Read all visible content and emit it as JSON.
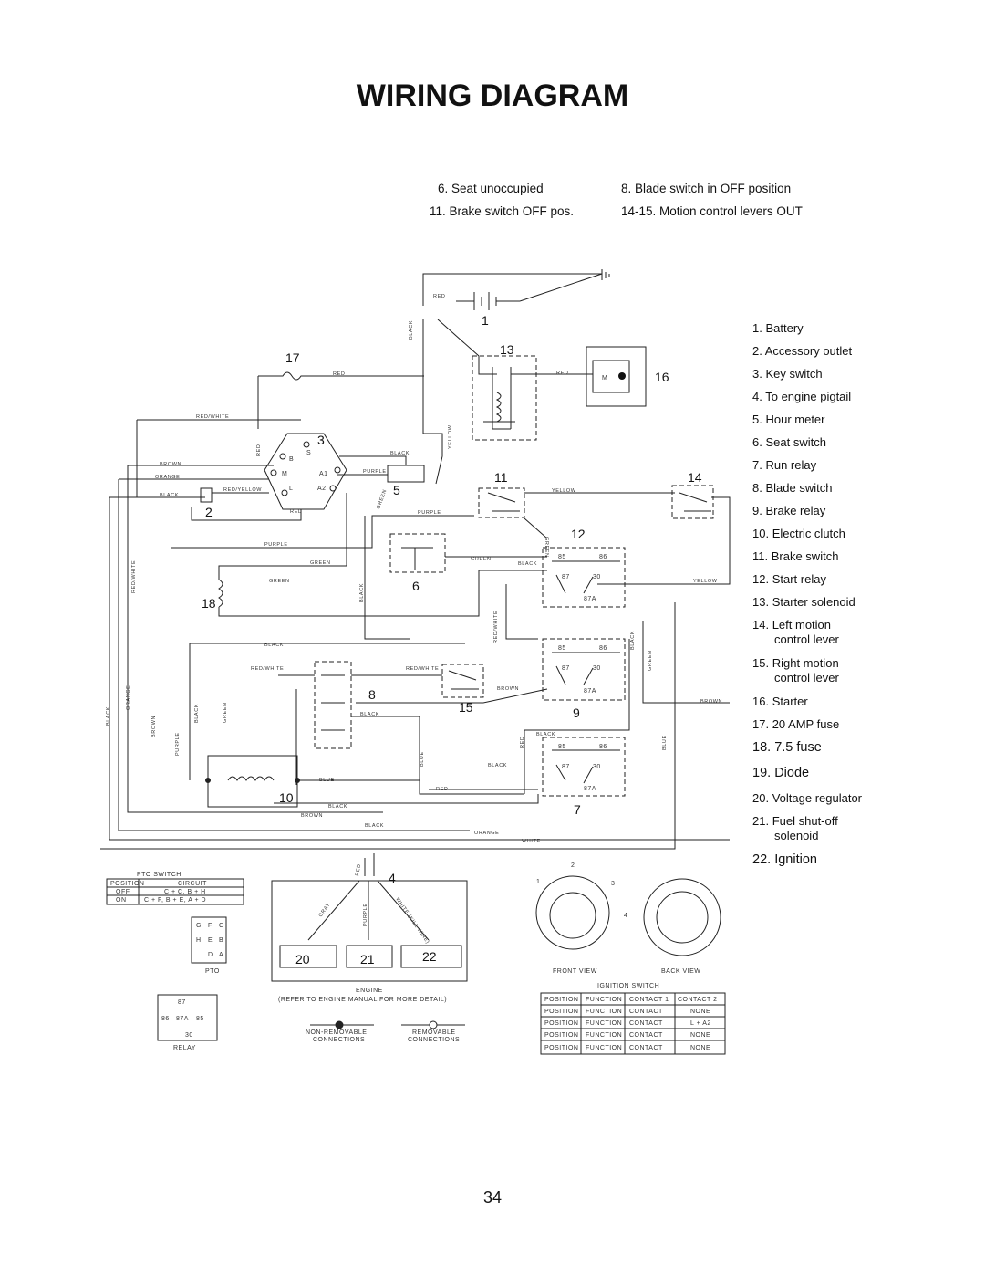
{
  "title": "WIRING DIAGRAM",
  "page_number": "34",
  "conditions": [
    "6. Seat unoccupied",
    "8. Blade switch in OFF position",
    "11. Brake switch OFF pos.",
    "14-15. Motion control levers OUT"
  ],
  "legend": [
    {
      "num": "1.",
      "text": "Battery"
    },
    {
      "num": "2.",
      "text": "Accessory outlet"
    },
    {
      "num": "3.",
      "text": "Key switch"
    },
    {
      "num": "4.",
      "text": "To engine pigtail"
    },
    {
      "num": "5.",
      "text": "Hour meter"
    },
    {
      "num": "6.",
      "text": "Seat switch"
    },
    {
      "num": "7.",
      "text": "Run relay"
    },
    {
      "num": "8.",
      "text": "Blade switch"
    },
    {
      "num": "9.",
      "text": "Brake relay"
    },
    {
      "num": "10.",
      "text": "Electric clutch"
    },
    {
      "num": "11.",
      "text": "Brake switch"
    },
    {
      "num": "12.",
      "text": "Start relay"
    },
    {
      "num": "13.",
      "text": "Starter solenoid"
    },
    {
      "num": "14.",
      "text": "Left motion",
      "text2": "control lever"
    },
    {
      "num": "15.",
      "text": "Right motion",
      "text2": "control lever"
    },
    {
      "num": "16.",
      "text": "Starter"
    },
    {
      "num": "17.",
      "text": "20 AMP fuse"
    },
    {
      "num": "18.",
      "text": "7.5 fuse"
    },
    {
      "num": "19.",
      "text": "Diode"
    },
    {
      "num": "20.",
      "text": "Voltage regulator"
    },
    {
      "num": "21.",
      "text": "Fuel shut-off",
      "text2": "solenoid"
    },
    {
      "num": "22.",
      "text": "Ignition"
    }
  ],
  "callouts": {
    "c1": "1",
    "c2": "2",
    "c3": "3",
    "c4": "4",
    "c5": "5",
    "c6": "6",
    "c7": "7",
    "c8": "8",
    "c9": "9",
    "c10": "10",
    "c11": "11",
    "c12": "12",
    "c13": "13",
    "c14": "14",
    "c15": "15",
    "c16": "16",
    "c17": "17",
    "c18": "18",
    "c20": "20",
    "c21": "21",
    "c22": "22"
  },
  "wire_labels": {
    "red": "RED",
    "black": "BLACK",
    "yellow": "YELLOW",
    "red_white": "RED/WHITE",
    "brown": "BROWN",
    "orange": "ORANGE",
    "red_yellow": "RED/YELLOW",
    "purple": "PURPLE",
    "green": "GREEN",
    "blue": "BLUE",
    "white": "WHITE",
    "gray": "GRAY",
    "white_kill": "WHITE (KILL WIRE)"
  },
  "relay_pins": {
    "p85": "85",
    "p86": "86",
    "p87": "87",
    "p30": "30",
    "p87a": "87A"
  },
  "key_terminals": {
    "s": "S",
    "b": "B",
    "m": "M",
    "l": "L",
    "a1": "A1",
    "a2": "A2"
  },
  "pto_switch": {
    "title": "PTO SWITCH",
    "headers": [
      "POSITION",
      "CIRCUIT"
    ],
    "rows": [
      [
        "OFF",
        "C + C, B + H"
      ],
      [
        "ON",
        "C + F, B + E, A + D"
      ]
    ],
    "label": "PTO",
    "pins": [
      "G",
      "F",
      "C",
      "H",
      "E",
      "B",
      "D",
      "A"
    ]
  },
  "relay_detail": {
    "label": "RELAY",
    "pins": [
      "87",
      "86",
      "87A",
      "85",
      "30"
    ]
  },
  "engine": {
    "label": "ENGINE",
    "note": "(REFER TO ENGINE MANUAL FOR MORE DETAIL)"
  },
  "connections": {
    "non_removable": "NON-REMOVABLE",
    "removable": "REMOVABLE",
    "connections_word": "CONNECTIONS"
  },
  "ignition_switch": {
    "title": "IGNITION SWITCH",
    "front": "FRONT VIEW",
    "back": "BACK VIEW",
    "positions": [
      "1",
      "2",
      "3",
      "4"
    ],
    "headers": [
      "POSITION",
      "FUNCTION",
      "CONTACT 1",
      "CONTACT 2"
    ],
    "rows": [
      [
        "POSITION",
        "FUNCTION",
        "CONTACT",
        "NONE"
      ],
      [
        "POSITION",
        "FUNCTION",
        "CONTACT",
        "L + A2"
      ],
      [
        "POSITION",
        "FUNCTION",
        "CONTACT",
        "NONE"
      ],
      [
        "POSITION",
        "FUNCTION",
        "CONTACT",
        "NONE"
      ]
    ]
  },
  "starter_symbol": "M"
}
